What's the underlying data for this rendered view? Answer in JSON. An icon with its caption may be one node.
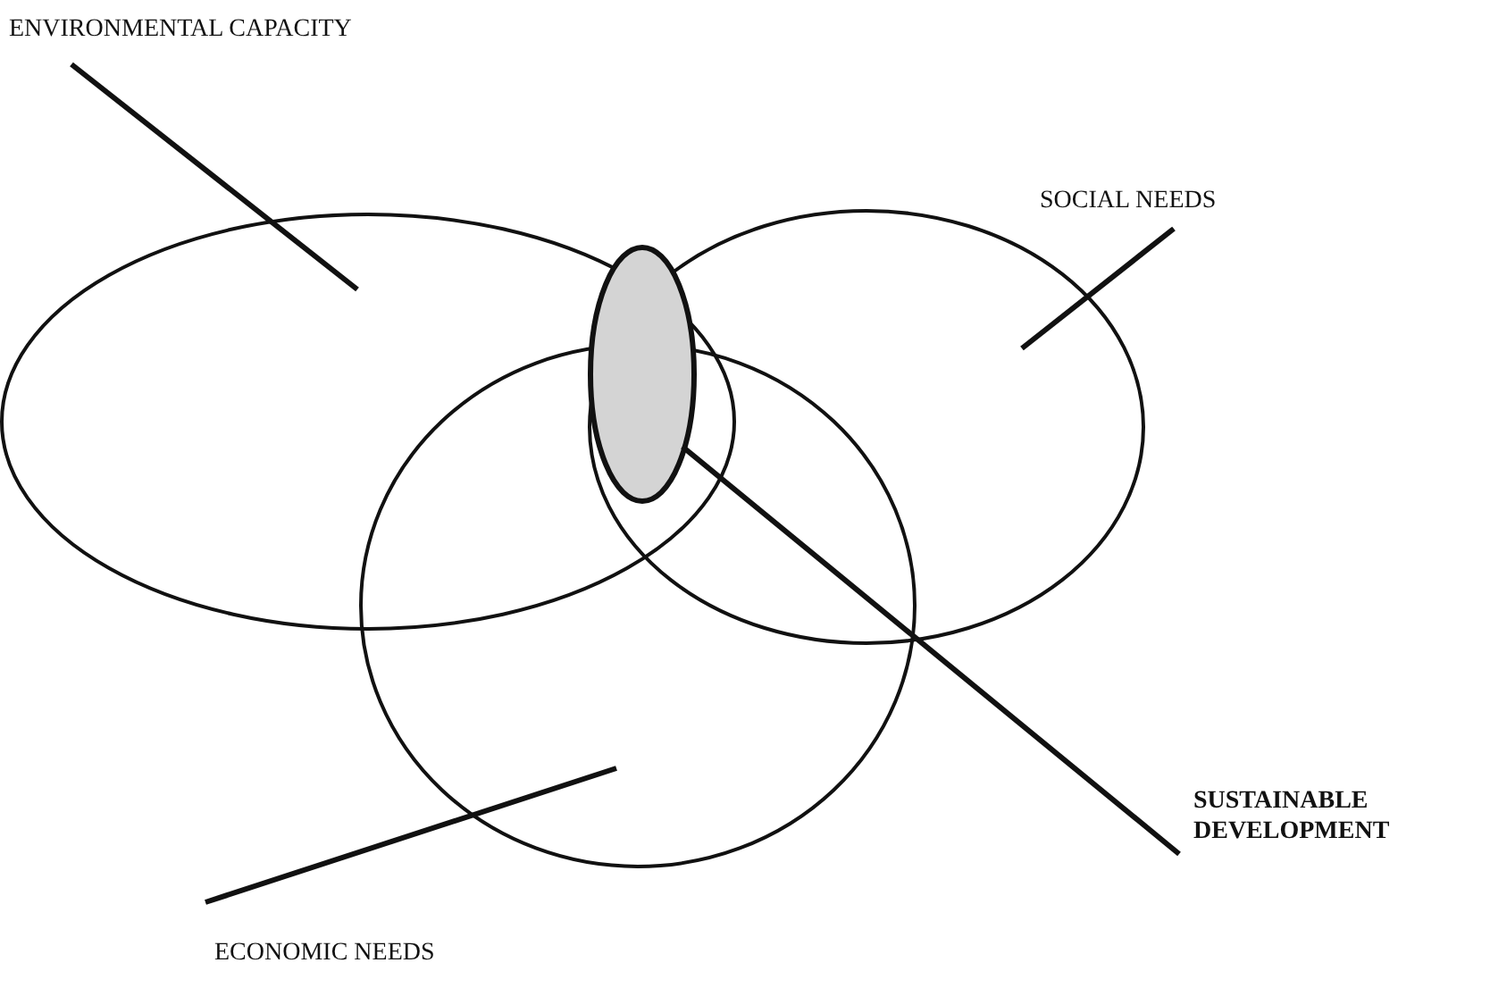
{
  "diagram": {
    "nodes": [
      {
        "text": [
          "ENVIRONMENTAL CAPACITY"
        ]
      },
      {
        "text": [],
        "shape": "circle"
      },
      {
        "text": [
          "SOCIAL NEEDS"
        ]
      },
      {
        "text": [],
        "shape": "circle"
      },
      {
        "text": [],
        "shape": "ellipse"
      },
      {
        "text": [],
        "shape": "circle"
      },
      {
        "text": [
          "SUSTAINABLE DEVELOPMENT"
        ]
      },
      {
        "text": [
          "ECONOMIC NEEDS"
        ]
      }
    ],
    "edges": [
      {
        "from": 0,
        "to": 1,
        "arrow": "none"
      },
      {
        "from": 2,
        "to": 3,
        "arrow": "none"
      },
      {
        "from": 6,
        "to": 4,
        "arrow": "none"
      },
      {
        "from": 7,
        "to": 5,
        "arrow": "none"
      }
    ]
  }
}
